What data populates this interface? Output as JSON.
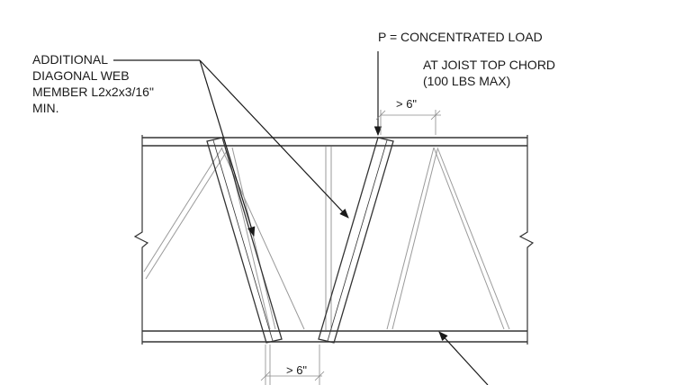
{
  "labels": {
    "load_title": "P = CONCENTRATED LOAD",
    "load_note_line1": "AT JOIST TOP CHORD",
    "load_note_line2": "(100 LBS MAX)",
    "member_line1": "ADDITIONAL",
    "member_line2": "DIAGONAL WEB",
    "member_line3": "MEMBER L2x2x3/16\"",
    "member_line4": "MIN.",
    "dim_top": "> 6\"",
    "dim_bottom": "> 6\""
  },
  "colors": {
    "ink": "#1a1a1a",
    "steel": "#333333",
    "web": "#9a9a9a",
    "background": "#ffffff"
  }
}
